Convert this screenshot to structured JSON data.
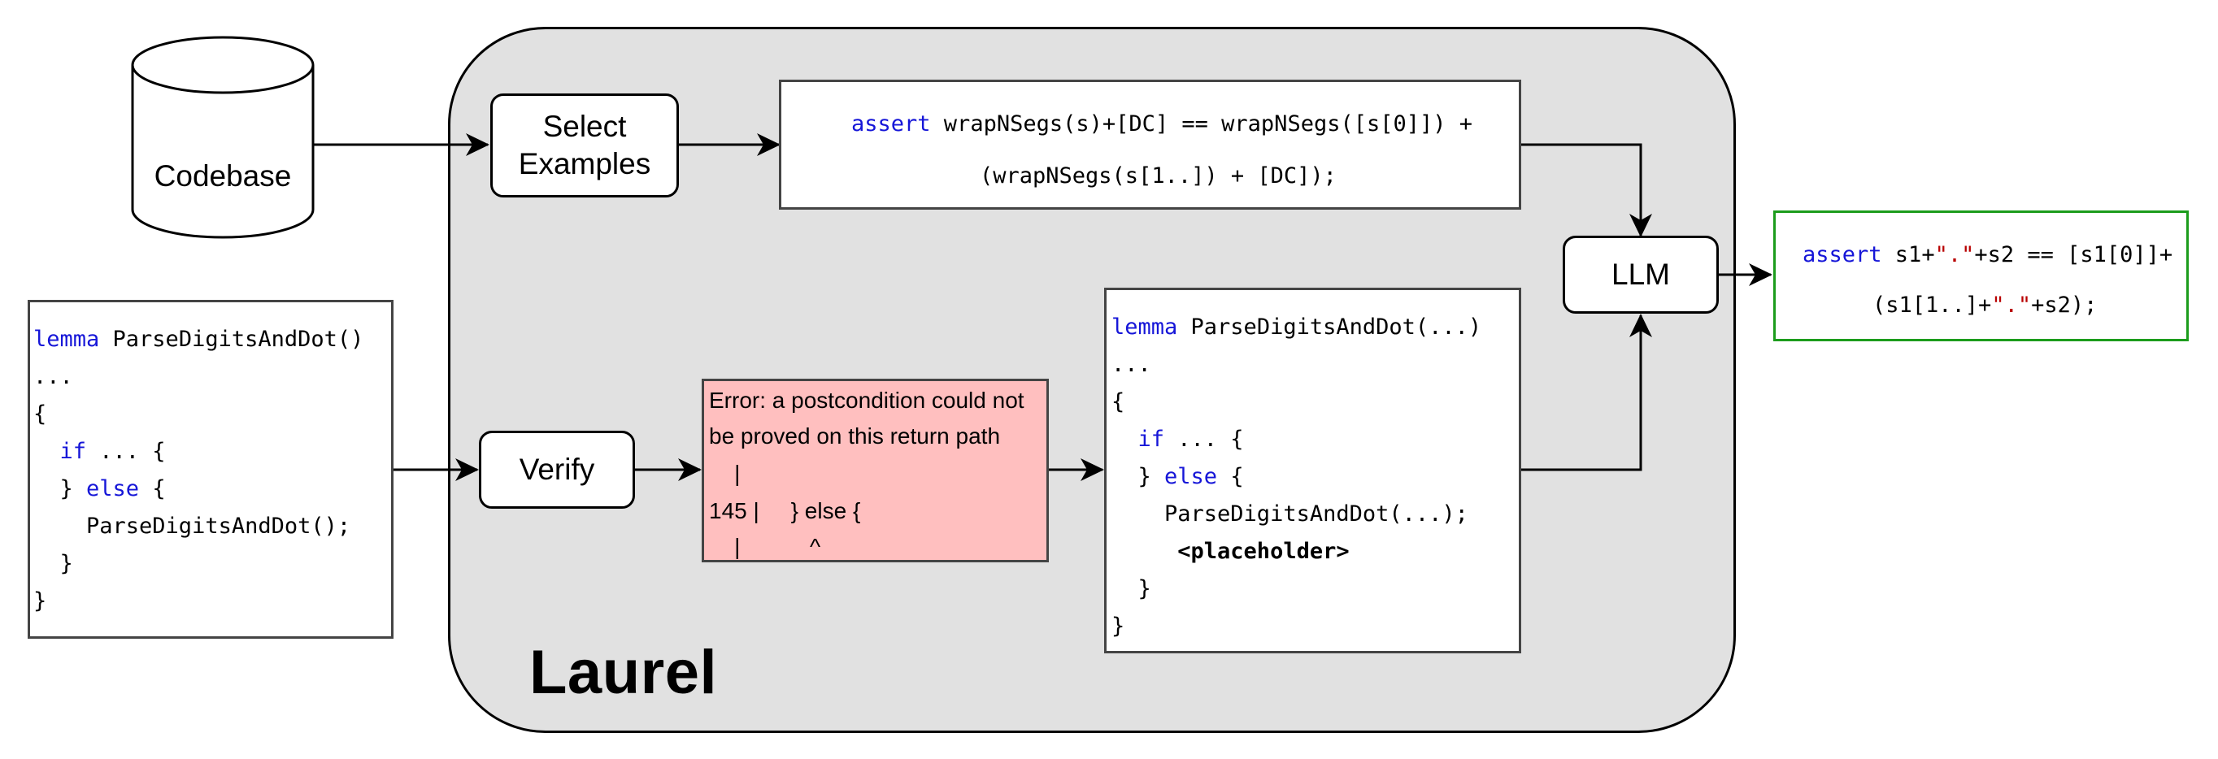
{
  "diagram": {
    "title": "Laurel",
    "codebase_label": "Codebase",
    "select_examples_label": [
      "Select",
      "Examples"
    ],
    "verify_label": "Verify",
    "llm_label": "LLM",
    "input_code": {
      "line1_kw": "lemma",
      "line1_rest": " ParseDigitsAndDot()",
      "line2": "...",
      "line3": "{",
      "line4_kw": "  if",
      "line4_rest": " ... {",
      "line5_a": "  } ",
      "line5_kw": "else",
      "line5_rest": " {",
      "line6": "    ParseDigitsAndDot();",
      "line7": "  }",
      "line8": "}"
    },
    "example_code": {
      "line1_kw": "assert",
      "line1_rest": " wrapNSegs(s)+[DC] == wrapNSegs([s[0]]) +",
      "line2": "(wrapNSegs(s[1..]) + [DC]);"
    },
    "error_text": {
      "line1": "Error: a postcondition could not",
      "line2": "be proved on this return path",
      "line3": "    |",
      "line4": "145 |     } else {",
      "line5": "    |           ^"
    },
    "placeholder_code": {
      "line1_kw": "lemma",
      "line1_rest": " ParseDigitsAndDot(...)",
      "line2": "...",
      "line3": "{",
      "line4_kw": "  if",
      "line4_rest": " ... {",
      "line5_a": "  } ",
      "line5_kw": "else",
      "line5_rest": " {",
      "line6": "    ParseDigitsAndDot(...);",
      "line7": "     <placeholder>",
      "line8": "  }",
      "line9": "}"
    },
    "output_code": {
      "line1_kw": "assert",
      "line1_a": " s1+",
      "line1_str": "\".\"",
      "line1_b": "+s2 == [s1[0]]+",
      "line2_a": "(s1[1..]+",
      "line2_str": "\".\"",
      "line2_b": "+s2);"
    },
    "colors": {
      "panel": "#e1e1e1",
      "error_fill": "#ffbfbf",
      "output_border": "#1c9c1c",
      "keyword": "#1616d8",
      "string": "#b80000"
    }
  }
}
